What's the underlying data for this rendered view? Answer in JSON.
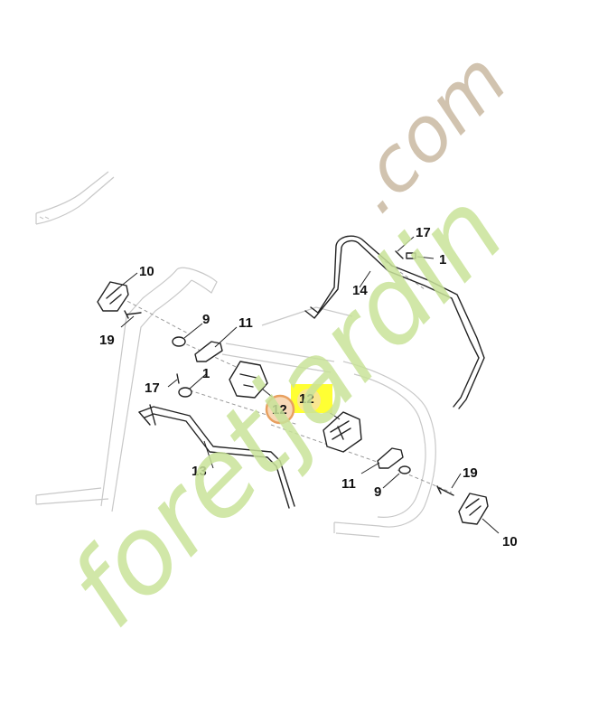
{
  "diagram": {
    "callouts": [
      {
        "id": "c10a",
        "text": "10"
      },
      {
        "id": "c19a",
        "text": "19"
      },
      {
        "id": "c9a",
        "text": "9"
      },
      {
        "id": "c11a",
        "text": "11"
      },
      {
        "id": "c17a",
        "text": "17"
      },
      {
        "id": "c1a",
        "text": "1"
      },
      {
        "id": "c12a",
        "text": "12"
      },
      {
        "id": "c12b",
        "text": "12"
      },
      {
        "id": "c13",
        "text": "13"
      },
      {
        "id": "c14",
        "text": "14"
      },
      {
        "id": "c17b",
        "text": "17"
      },
      {
        "id": "c1b",
        "text": "1"
      },
      {
        "id": "c11b",
        "text": "11"
      },
      {
        "id": "c9b",
        "text": "9"
      },
      {
        "id": "c19b",
        "text": "19"
      },
      {
        "id": "c10b",
        "text": "10"
      }
    ],
    "highlight_colors": {
      "orange_ring": "#e8a060",
      "orange_fill": "#f8d9b8",
      "yellow_square": "#ffff33"
    }
  },
  "watermark": {
    "left_text": "foretjardin",
    "right_text": ".com",
    "left_color": "#c9e39a",
    "right_color": "#cdbda7"
  }
}
